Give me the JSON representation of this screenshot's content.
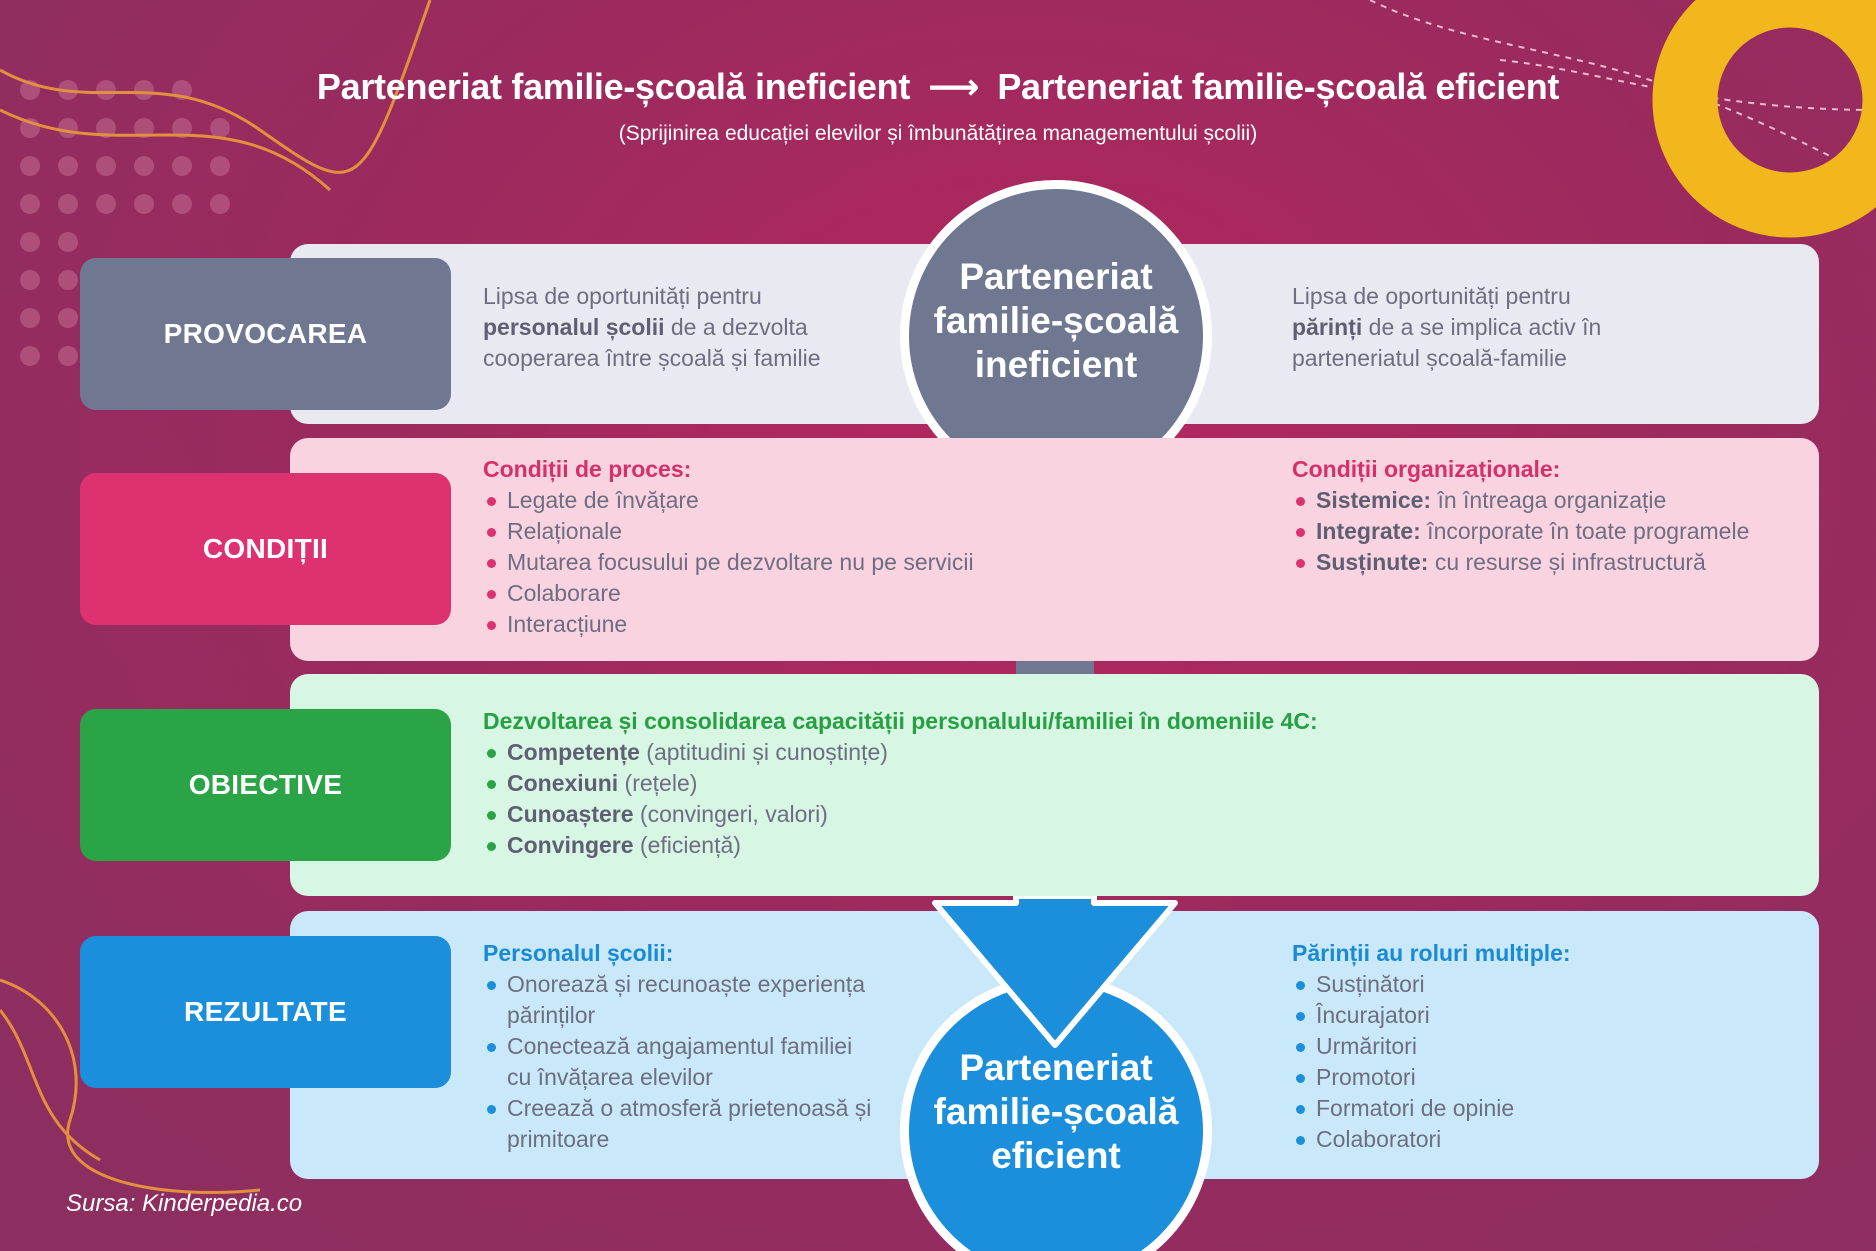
{
  "header": {
    "title_left": "Parteneriat familie-școală ineficient",
    "title_arrow": "⟶",
    "title_right": "Parteneriat familie-școală eficient",
    "subtitle": "(Sprijinirea educației elevilor și îmbunătățirea managementului școlii)"
  },
  "colors": {
    "background": "#9c2a5e",
    "provocarea": "#6f7791",
    "conditii": "#de3270",
    "obiective": "#2aa447",
    "rezultate": "#1b8fdc",
    "accent_yellow": "#f2b71d"
  },
  "center": {
    "top_circle": "Parteneriat familie-școală ineficient",
    "bottom_circle": "Parteneriat familie-școală eficient"
  },
  "rows": {
    "provocarea": {
      "label": "PROVOCAREA",
      "left": {
        "line1": "Lipsa de oportunități pentru",
        "bold": "personalul școlii",
        "rest": " de a dezvolta",
        "line3": "cooperarea între școală și familie"
      },
      "right": {
        "line1": "Lipsa de oportunități pentru",
        "bold": "părinți",
        "rest": " de a se implica activ în",
        "line3": "parteneriatul școală-familie"
      }
    },
    "conditii": {
      "label": "CONDIȚII",
      "left_heading": "Condiții de proces:",
      "left_items": [
        "Legate de învățare",
        "Relaționale",
        "Mutarea focusului pe dezvoltare nu pe servicii",
        "Colaborare",
        "Interacțiune"
      ],
      "right_heading": "Condiții organizaționale:",
      "right_items": [
        {
          "bold": "Sistemice:",
          "text": " în întreaga organizație"
        },
        {
          "bold": "Integrate:",
          "text": " încorporate în toate programele"
        },
        {
          "bold": "Susținute:",
          "text": " cu resurse și infrastructură"
        }
      ]
    },
    "obiective": {
      "label": "OBIECTIVE",
      "heading": "Dezvoltarea și consolidarea capacității personalului/familiei în domeniile 4C:",
      "items": [
        {
          "bold": "Competențe",
          "text": " (aptitudini și cunoștințe)"
        },
        {
          "bold": "Conexiuni",
          "text": " (rețele)"
        },
        {
          "bold": "Cunoaștere",
          "text": " (convingeri, valori)"
        },
        {
          "bold": "Convingere",
          "text": " (eficiență)"
        }
      ]
    },
    "rezultate": {
      "label": "REZULTATE",
      "left_heading": "Personalul școlii:",
      "left_items": [
        {
          "line1": "Onorează și recunoaște experiența",
          "line2": "părinților"
        },
        {
          "line1": "Conectează angajamentul familiei",
          "line2": "cu învățarea elevilor"
        },
        {
          "line1": "Creează o atmosferă prietenoasă și",
          "line2": "primitoare"
        }
      ],
      "right_heading": "Părinții au roluri multiple:",
      "right_items": [
        "Susținători",
        "Încurajatori",
        "Urmăritori",
        "Promotori",
        "Formatori de opinie",
        "Colaboratori"
      ]
    }
  },
  "footer": {
    "source": "Sursa: Kinderpedia.co"
  }
}
